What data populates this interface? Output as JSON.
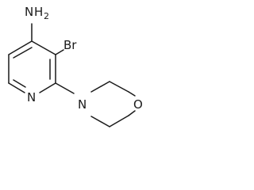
{
  "molecule": {
    "atoms": {
      "amine": {
        "element": "N",
        "hydrogens": "H",
        "hcount": "2"
      },
      "bromine": {
        "label": "Br"
      },
      "ring_nitrogen": {
        "label": "N"
      },
      "morpholine_nitrogen": {
        "label": "N"
      },
      "morpholine_oxygen": {
        "label": "O"
      }
    },
    "color": "#1a1a1a"
  }
}
